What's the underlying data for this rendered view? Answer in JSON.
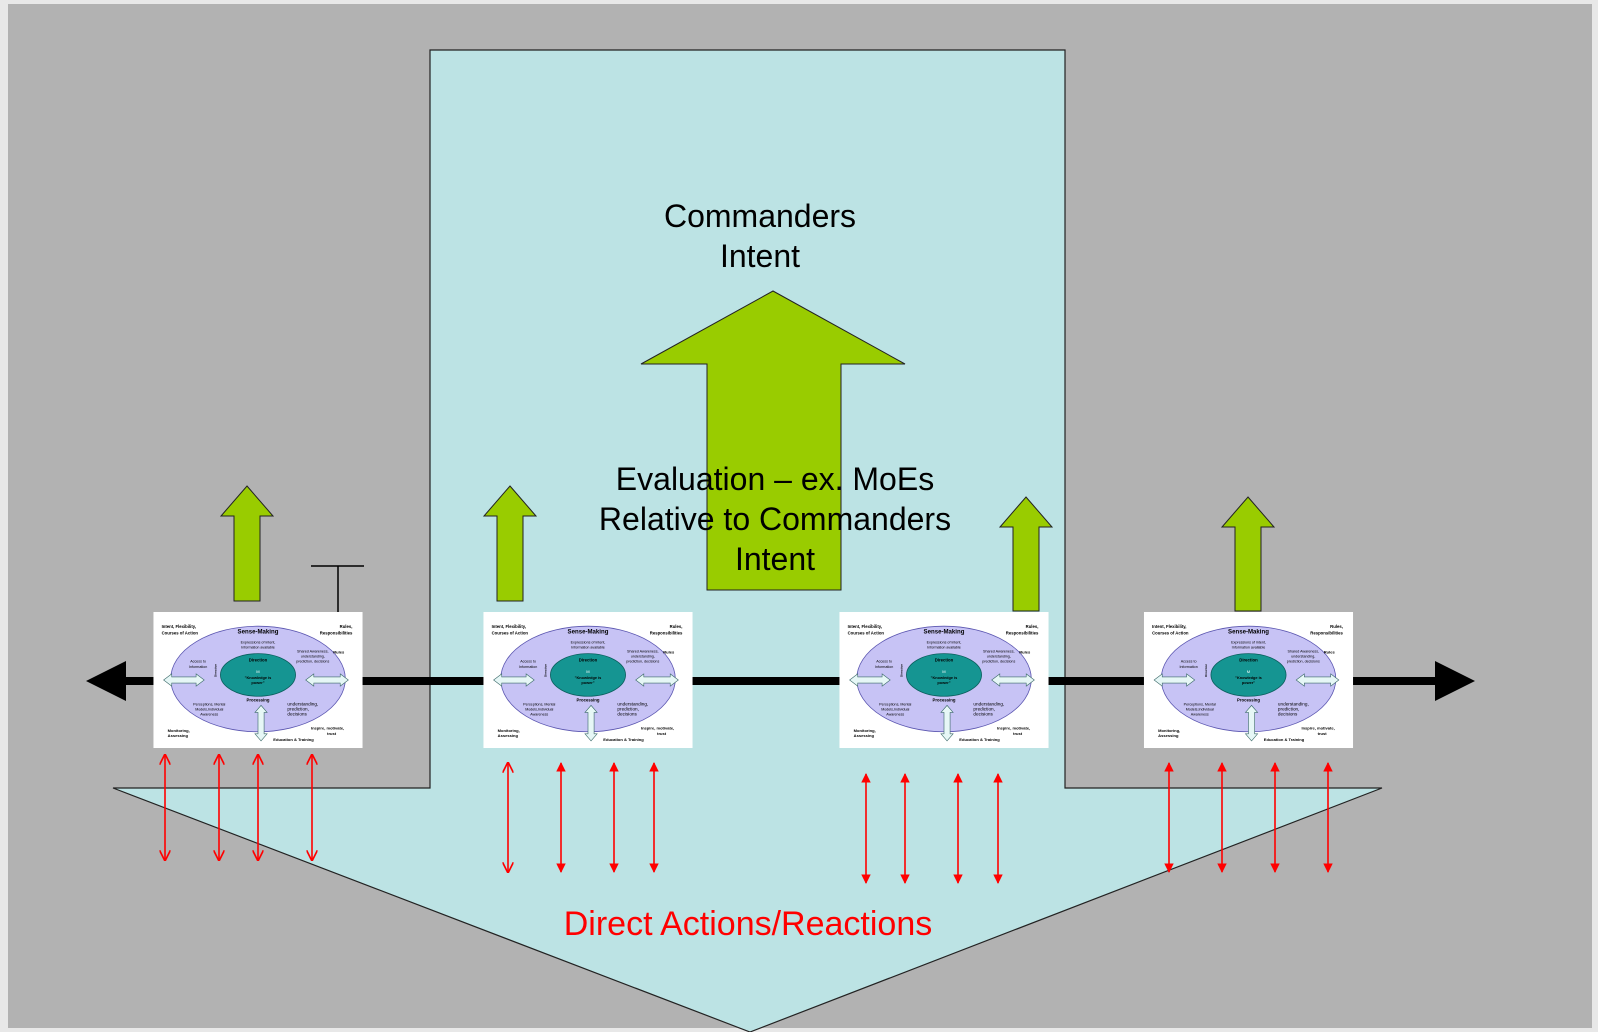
{
  "colors": {
    "outer_background": "#b2b2b2",
    "page_edge": "#e8e8e8",
    "shape_fill": "#bce3e4",
    "green_arrow": "#99cc00",
    "red_arrow": "#ff0000",
    "timeline": "#000000",
    "ellipse_outer": "#c7c3f5",
    "ellipse_inner": "#159592"
  },
  "labels": {
    "commanders_intent": [
      "Commanders",
      "Intent"
    ],
    "evaluation": [
      "Evaluation – ex. MoEs",
      "Relative to Commanders",
      "Intent"
    ],
    "direct_actions": "Direct Actions/Reactions"
  },
  "mini_diagram": {
    "title": "Sense-Making",
    "top_left": [
      "Intent, Flexibility,",
      "Courses of Action"
    ],
    "top_right": [
      "Rules,",
      "Responsibilities"
    ],
    "expressions": [
      "Expressions of intent,",
      "Information available"
    ],
    "rules": "Rules",
    "shared": [
      "Shared Awareness,",
      "understanding,",
      "prediction, decisions"
    ],
    "access": [
      "Access to",
      "Information"
    ],
    "direction": "Direction",
    "center_label": "M",
    "center_quote": [
      "\"Knowledge is",
      "power\""
    ],
    "processing": "Processing",
    "perceptions": [
      "Perceptions, Mental",
      "Models,Individual",
      "Awareness"
    ],
    "understanding": [
      "understanding,",
      "prediction,",
      "decisions"
    ],
    "monitoring": [
      "Monitoring,",
      "Assessing"
    ],
    "inspire": [
      "Inspire, motivate,",
      "trust"
    ],
    "education": "Education & Training"
  }
}
